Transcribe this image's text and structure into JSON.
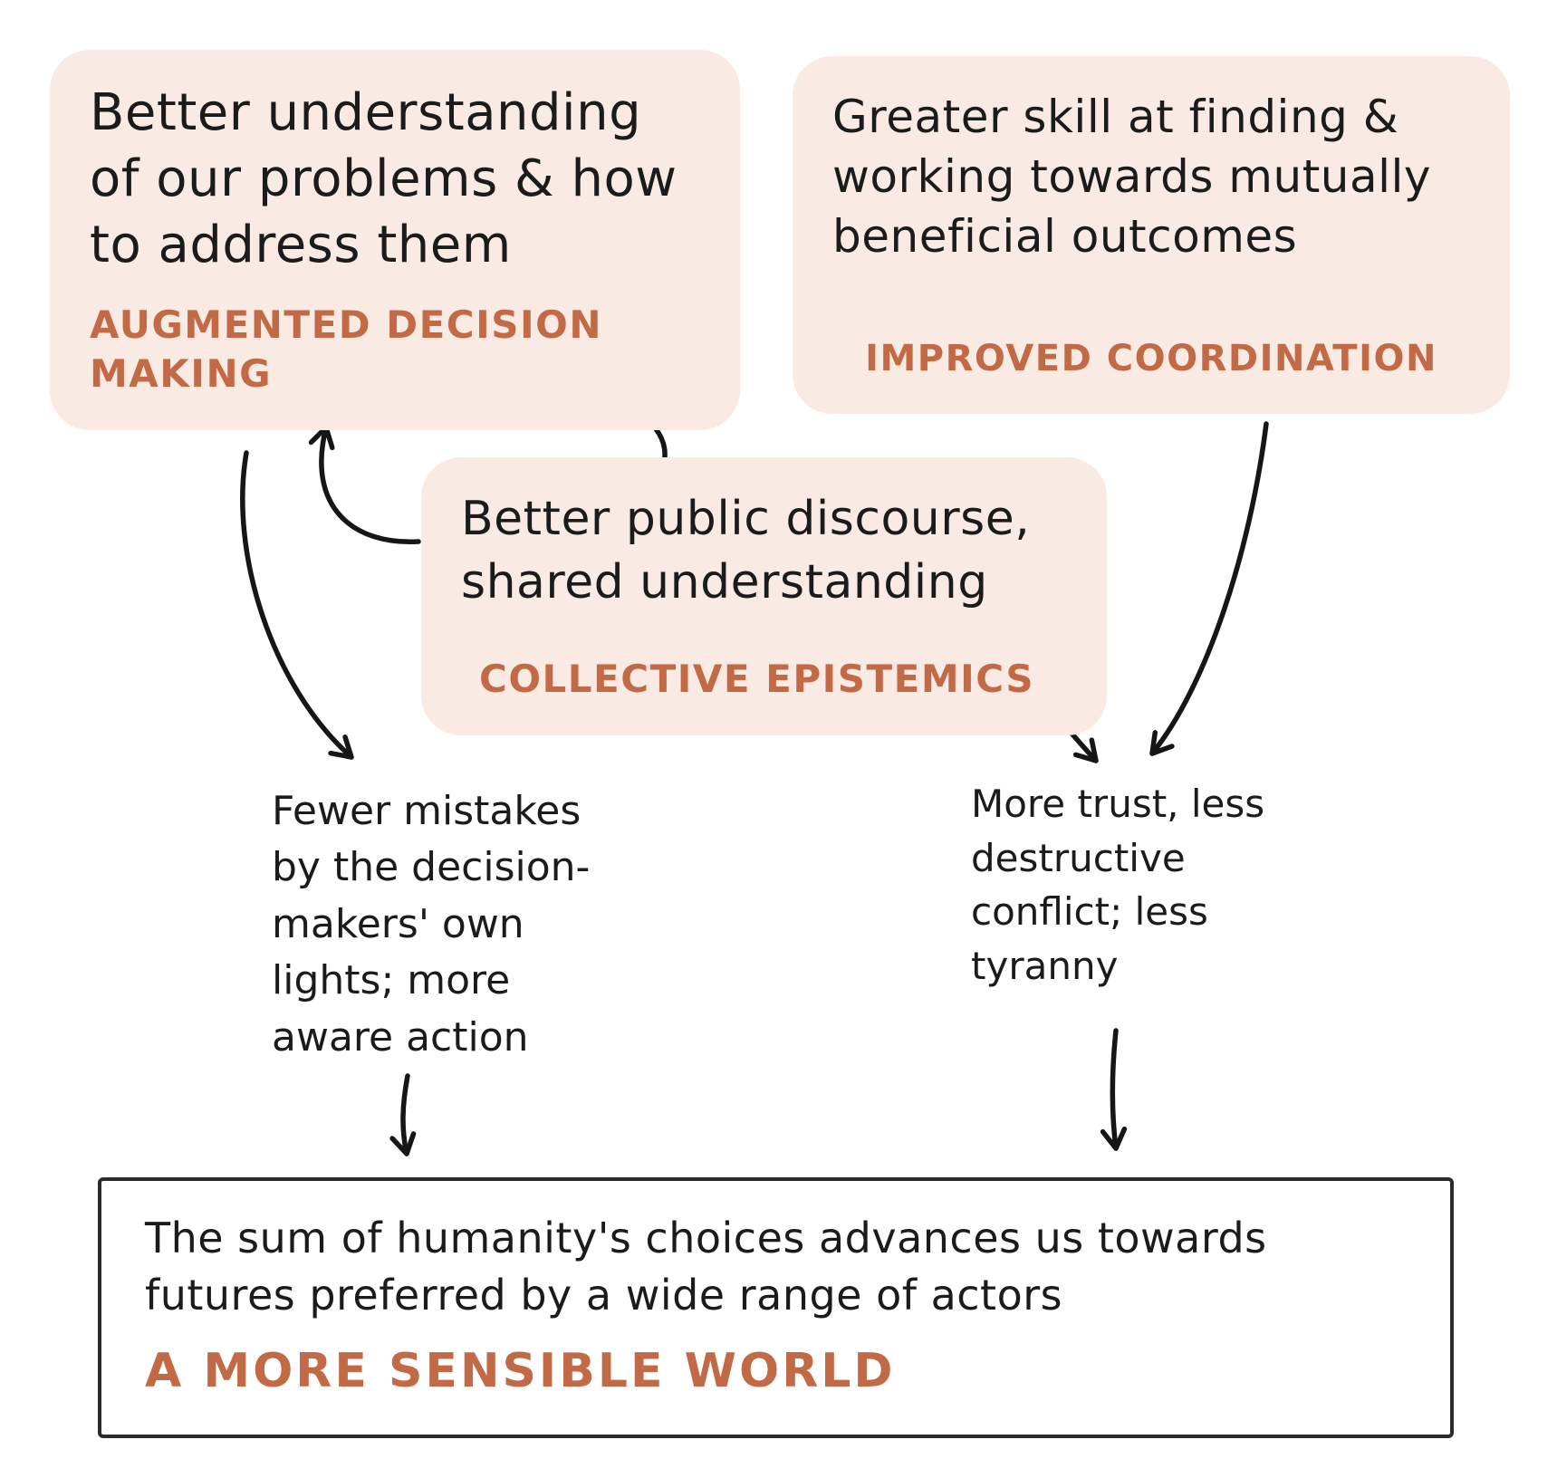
{
  "diagram": {
    "nodes": {
      "augmented_decision_making": {
        "text": "Better understanding of our problems & how to address them",
        "label": "AUGMENTED DECISION MAKING"
      },
      "improved_coordination": {
        "text": "Greater skill at finding & working towards mutually beneficial outcomes",
        "label": "IMPROVED COORDINATION"
      },
      "collective_epistemics": {
        "text": "Better public discourse, shared understanding",
        "label": "COLLECTIVE EPISTEMICS"
      },
      "fewer_mistakes": {
        "text": "Fewer mistakes by the decision-makers' own lights; more aware action"
      },
      "more_trust": {
        "text": "More trust, less destructive conflict; less tyranny"
      },
      "sensible_world": {
        "text": "The sum of humanity's choices advances us towards futures preferred by a wide range of actors",
        "label": "A MORE SENSIBLE WORLD"
      }
    },
    "colors": {
      "node_background": "#f9ebe3",
      "accent": "#c26a45",
      "ink": "#161616"
    }
  }
}
